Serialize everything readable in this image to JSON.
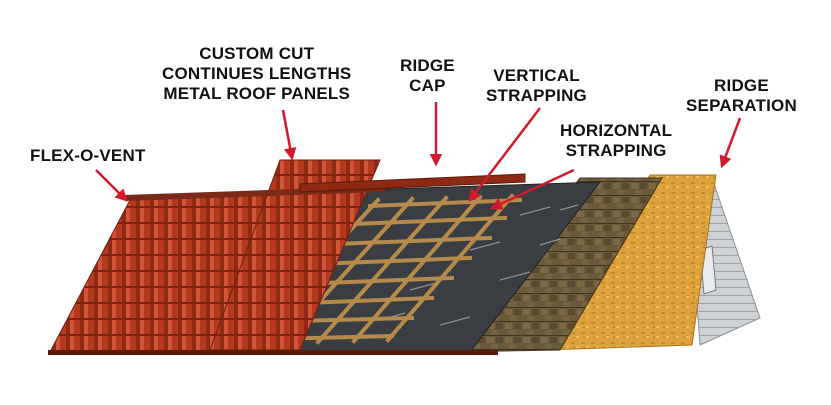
{
  "labels": {
    "flex_o_vent": "FLEX-O-VENT",
    "custom_cut": [
      "CUSTOM CUT",
      "CONTINUES LENGTHS",
      "METAL ROOF PANELS"
    ],
    "ridge_cap": [
      "RIDGE",
      "CAP"
    ],
    "vertical_strapping": [
      "VERTICAL",
      "STRAPPING"
    ],
    "horizontal_strapping": [
      "HORIZONTAL",
      "STRAPPING"
    ],
    "ridge_separation": [
      "RIDGE",
      "SEPARATION"
    ]
  },
  "colors": {
    "arrow": "#d11a2a",
    "metal_panel": "#b23a20",
    "membrane": "#3a3d42",
    "shingles": "#6b5a3a",
    "osb": "#d9a038",
    "siding": "#c9ccce",
    "strapping": "#b88a4a"
  }
}
